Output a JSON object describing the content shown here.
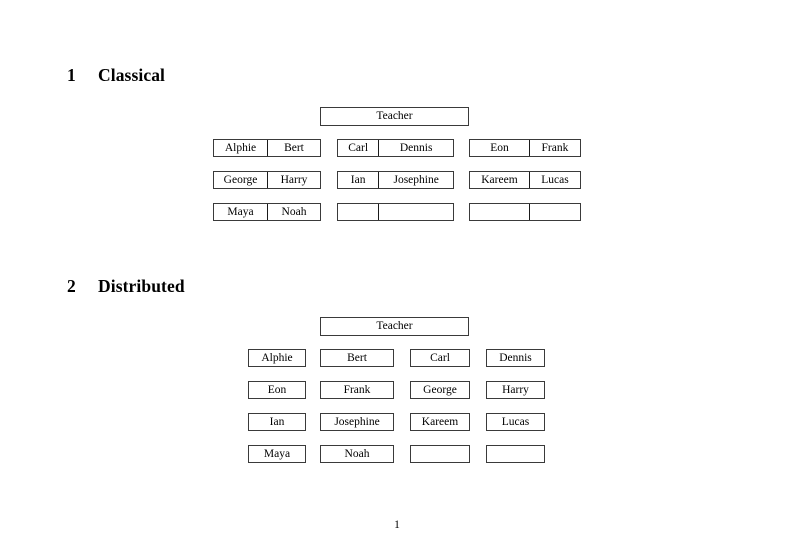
{
  "document": {
    "page_number": "1",
    "page_background": "#ffffff",
    "text_color": "#000000",
    "border_color": "#3a3a3a"
  },
  "sections": [
    {
      "number": "1",
      "title": "Classical",
      "teacher_label": "Teacher",
      "layout": "grouped-pairs",
      "groups": [
        {
          "name": "group-left",
          "rows": [
            {
              "left": "Alphie",
              "right": "Bert"
            },
            {
              "left": "George",
              "right": "Harry"
            },
            {
              "left": "Maya",
              "right": "Noah"
            }
          ]
        },
        {
          "name": "group-middle",
          "rows": [
            {
              "left": "Carl",
              "right": "Dennis"
            },
            {
              "left": "Ian",
              "right": "Josephine"
            },
            {
              "left": "",
              "right": ""
            }
          ]
        },
        {
          "name": "group-right",
          "rows": [
            {
              "left": "Eon",
              "right": "Frank"
            },
            {
              "left": "Kareem",
              "right": "Lucas"
            },
            {
              "left": "",
              "right": ""
            }
          ]
        }
      ]
    },
    {
      "number": "2",
      "title": "Distributed",
      "teacher_label": "Teacher",
      "layout": "individual-desks",
      "rows": [
        [
          "Alphie",
          "Bert",
          "Carl",
          "Dennis"
        ],
        [
          "Eon",
          "Frank",
          "George",
          "Harry"
        ],
        [
          "Ian",
          "Josephine",
          "Kareem",
          "Lucas"
        ],
        [
          "Maya",
          "Noah",
          "",
          ""
        ]
      ]
    }
  ]
}
